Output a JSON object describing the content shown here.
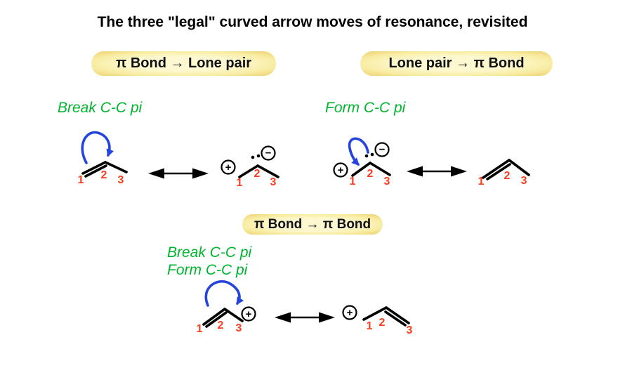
{
  "title": "The three \"legal\" curved arrow moves of resonance, revisited",
  "colors": {
    "highlight_yellow": "#f8eca2",
    "green": "#00b52f",
    "arrow_blue": "#2444de",
    "number_red": "#f93e20"
  },
  "sections": {
    "one": {
      "heading": "π Bond → Lone pair",
      "note": "Break C-C pi"
    },
    "two": {
      "heading": "Lone pair → π Bond",
      "note": "Form C-C pi"
    },
    "three": {
      "heading": "π Bond → π Bond",
      "notes": [
        "Break C-C pi",
        "Form C-C pi"
      ]
    }
  },
  "atoms": [
    "1",
    "2",
    "3"
  ],
  "charges": {
    "plus": "+",
    "minus": "−"
  }
}
